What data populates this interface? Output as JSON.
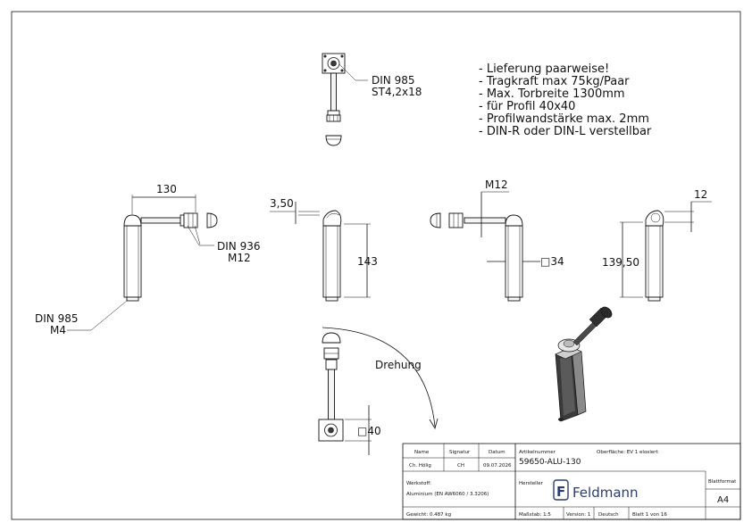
{
  "notes": [
    "- Lieferung paarweise!",
    "- Tragkraft max 75kg/Paar",
    "- Max. Torbreite 1300mm",
    "- für Profil 40x40",
    "- Profilwandstärke max. 2mm",
    "- DIN-R oder DIN-L verstellbar"
  ],
  "callouts": {
    "din985_top_1": "DIN 985",
    "din985_top_2": "ST4,2x18",
    "din936_1": "DIN 936",
    "din936_2": "M12",
    "din985_m4_1": "DIN 985",
    "din985_m4_2": "M4",
    "drehung": "Drehung"
  },
  "dimensions": {
    "d130": "130",
    "d350": "3,50",
    "d143": "143",
    "m12": "M12",
    "sq34": "□34",
    "d12": "12",
    "d13950": "139,50",
    "sq40": "□40"
  },
  "titleblock": {
    "h_name": "Name",
    "h_signatur": "Signatur",
    "h_datum": "Datum",
    "v_name": "Ch. Hölig",
    "v_signatur": "CH",
    "v_datum": "09.07.2026",
    "werkstoff_label": "Werkstoff:",
    "werkstoff_value": "Aluminium (EN AW6060 / 3.3206)",
    "gewicht": "Gewicht: 0.487 kg",
    "artikel_label": "Artikelnummer",
    "artikel_value": "59650-ALU-130",
    "oberflaeche": "Oberfläche:  EV 1 eloxiert",
    "hersteller_label": "Hersteller",
    "brand": "Feldmann",
    "brand_logo_letter": "F",
    "massstab": "Maßstab: 1:5",
    "version": "Version: 1",
    "sprache": "Deutsch",
    "blatt": "Blatt 1 von 16",
    "blattformat_label": "Blattformat",
    "blattformat_value": "A4"
  },
  "colors": {
    "line": "#111111",
    "part_fill": "#f4f4f4",
    "iso_dark": "#3a3a3a",
    "iso_mid": "#8a8a8a"
  }
}
